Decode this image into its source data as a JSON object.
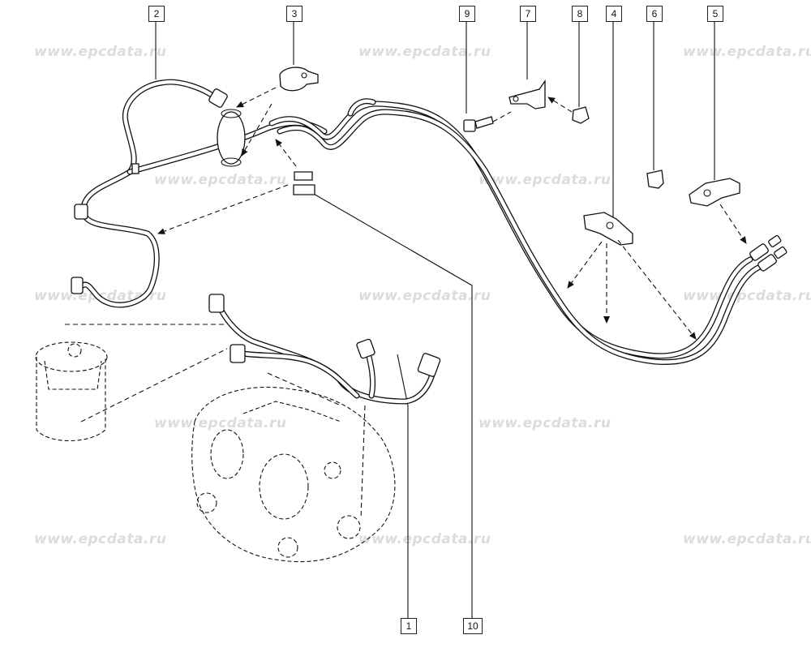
{
  "watermark": "www.epcdata.ru",
  "callouts": [
    {
      "id": "c1",
      "label": "1"
    },
    {
      "id": "c2",
      "label": "2"
    },
    {
      "id": "c3",
      "label": "3"
    },
    {
      "id": "c4",
      "label": "4"
    },
    {
      "id": "c5",
      "label": "5"
    },
    {
      "id": "c6",
      "label": "6"
    },
    {
      "id": "c7",
      "label": "7"
    },
    {
      "id": "c8",
      "label": "8"
    },
    {
      "id": "c9",
      "label": "9"
    },
    {
      "id": "c10",
      "label": "10"
    }
  ],
  "colors": {
    "line": "#111111",
    "watermark": "#dcdcdc",
    "background": "#ffffff"
  }
}
